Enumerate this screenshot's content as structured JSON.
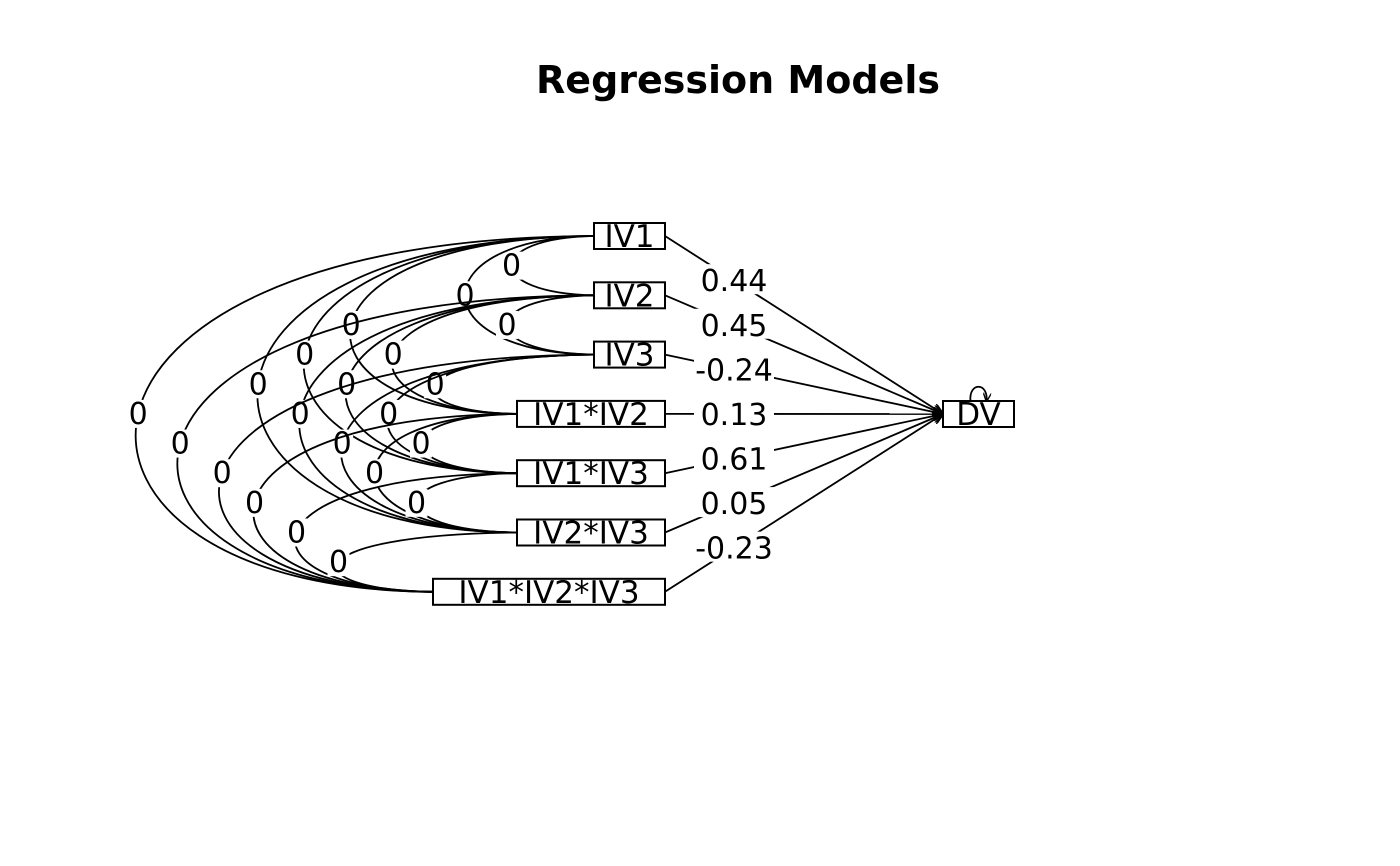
{
  "title": "Regression Models",
  "predictors": [
    {
      "id": "IV1",
      "label": "IV1"
    },
    {
      "id": "IV2",
      "label": "IV2"
    },
    {
      "id": "IV3",
      "label": "IV3"
    },
    {
      "id": "IV1_IV2",
      "label": "IV1*IV2"
    },
    {
      "id": "IV1_IV3",
      "label": "IV1*IV3"
    },
    {
      "id": "IV2_IV3",
      "label": "IV2*IV3"
    },
    {
      "id": "IV1_IV2_IV3",
      "label": "IV1*IV2*IV3"
    }
  ],
  "outcome": {
    "id": "DV",
    "label": "DV"
  },
  "regression_paths": [
    {
      "from": "IV1",
      "to": "DV",
      "label": "0.44"
    },
    {
      "from": "IV2",
      "to": "DV",
      "label": "0.45"
    },
    {
      "from": "IV3",
      "to": "DV",
      "label": "-0.24"
    },
    {
      "from": "IV1_IV2",
      "to": "DV",
      "label": "0.13"
    },
    {
      "from": "IV1_IV3",
      "to": "DV",
      "label": "0.61"
    },
    {
      "from": "IV2_IV3",
      "to": "DV",
      "label": "0.05"
    },
    {
      "from": "IV1_IV2_IV3",
      "to": "DV",
      "label": "-0.23"
    }
  ],
  "covariance_label": "0"
}
